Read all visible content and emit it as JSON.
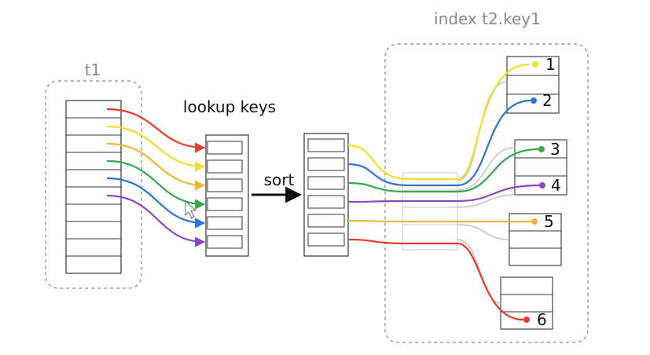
{
  "labels": {
    "t1": "t1",
    "lookup_keys": "lookup keys",
    "sort": "sort",
    "index": "index t2.key1"
  },
  "index_markers": [
    "1",
    "2",
    "3",
    "4",
    "5",
    "6"
  ],
  "colors": {
    "red": "#e53b2a",
    "yellow": "#f3dd2c",
    "orange": "#f0b63a",
    "green": "#2faa4f",
    "blue": "#2e73d1",
    "purple": "#8a48c9",
    "gray_line": "#bfbfbf",
    "box_border": "#333333",
    "dashed_border": "#9a9a9a"
  }
}
